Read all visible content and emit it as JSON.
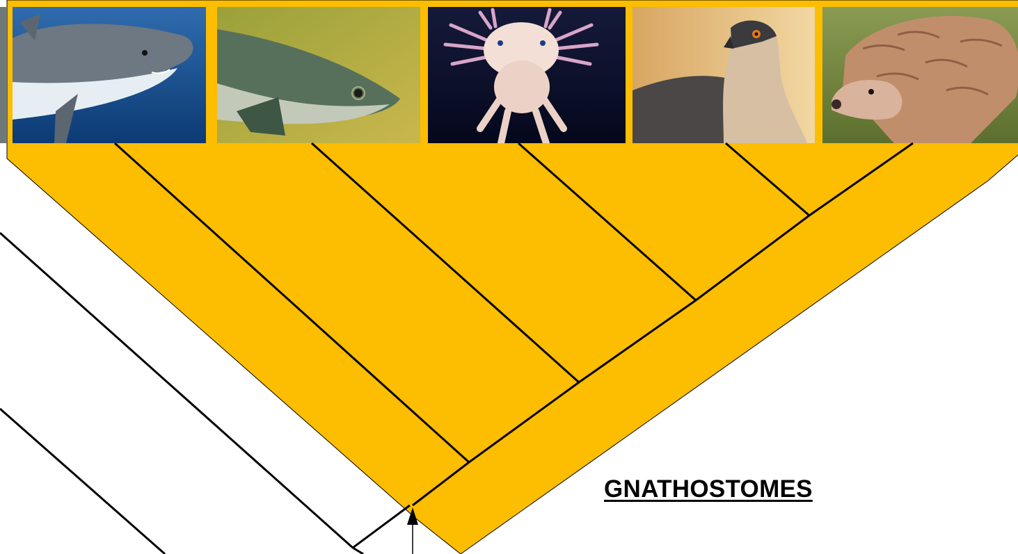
{
  "clade": {
    "label": "GNATHOSTOMES",
    "highlight_color": "#FDBD00"
  },
  "taxa": [
    {
      "icon": "shark-photo"
    },
    {
      "icon": "salmon-photo"
    },
    {
      "icon": "axolotl-photo"
    },
    {
      "icon": "hawk-photo"
    },
    {
      "icon": "pangolin-photo"
    }
  ]
}
